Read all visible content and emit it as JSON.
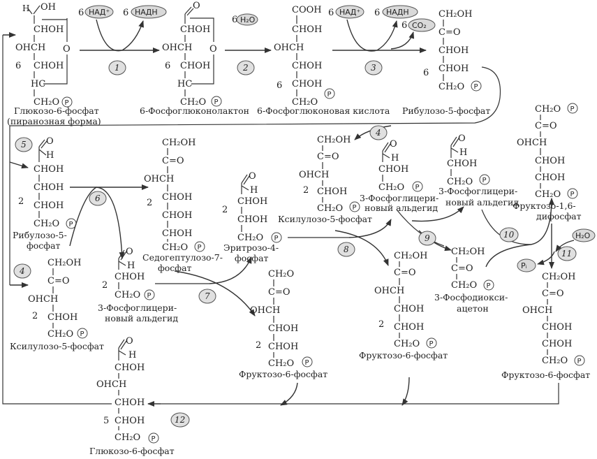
{
  "cofactors": {
    "nad_in_1": "НАД⁺",
    "nadh_out_1": "НАДН",
    "coef_nad_1": "6",
    "coef_nadh_1": "6",
    "water_coef": "6",
    "water": "H₂O",
    "nad_in_3": "НАД⁺",
    "nadh_out_3": "НАДН",
    "coef_nad_3": "6",
    "coef_nadh_3": "6",
    "co2_coef": "6",
    "co2": "CO₂",
    "water_11": "H₂O",
    "pi": "Pᵢ"
  },
  "phosphate": "P",
  "steps": [
    "1",
    "2",
    "3",
    "4",
    "5",
    "6",
    "7",
    "8",
    "9",
    "10",
    "11",
    "12"
  ],
  "compounds": {
    "g6p_pyranose": {
      "coef": "6",
      "name": "Глюкозо-6-фосфат",
      "name2": "(пиранозная форма)"
    },
    "lactone": {
      "coef": "6",
      "name": "6-Фосфоглюконолактон"
    },
    "gluconate": {
      "coef": "6",
      "name": "6-Фосфоглюконовая кислота"
    },
    "ribulose_top": {
      "coef": "6",
      "name": "Рибулозо-5-фосфат"
    },
    "ribulose_left": {
      "coef": "2",
      "name": "Рибулозо-5-",
      "name2": "фосфат"
    },
    "xylulose_left": {
      "coef": "2",
      "name": "Ксилулозо-5-фосфат"
    },
    "sedo": {
      "coef": "2",
      "name": "Седогептулозо-7-",
      "name2": "фосфат"
    },
    "g3p_left": {
      "coef": "2",
      "name": "3-Фосфоглицери-",
      "name2": "новый альдегид"
    },
    "erythrose": {
      "coef": "2",
      "name": "Эритрозо-4-",
      "name2": "фосфат"
    },
    "f6p_mid": {
      "coef": "2",
      "name": "Фруктозо-6-фосфат"
    },
    "xylulose_mid": {
      "coef": "2",
      "name": "Ксилулозо-5-фосфат"
    },
    "g3p_mid": {
      "name": "3-Фосфоглицери-",
      "name2": "новый альдегид"
    },
    "f6p_center": {
      "coef": "2",
      "name": "Фруктозо-6-фосфат"
    },
    "g3p_right": {
      "name": "3-Фосфоглицери-",
      "name2": "новый альдегид"
    },
    "dhap": {
      "name": "3-Фосфодиокси-",
      "name2": "ацетон"
    },
    "fbp": {
      "name": "Фруктозо-1,6-",
      "name2": "дифосфат"
    },
    "f6p_right": {
      "name": "Фруктозо-6-фосфат"
    },
    "g6p_bottom": {
      "coef": "5",
      "name": "Глюкозо-6-фосфат"
    }
  },
  "chem": {
    "choh": "CHOH",
    "ohch": "OHCH",
    "hc": "HC",
    "c_o": "C=O",
    "ch2oh": "CH₂OH",
    "ch2o": "CH₂O",
    "cooh": "COOH",
    "o": "O",
    "h": "H",
    "ho": "OH"
  }
}
